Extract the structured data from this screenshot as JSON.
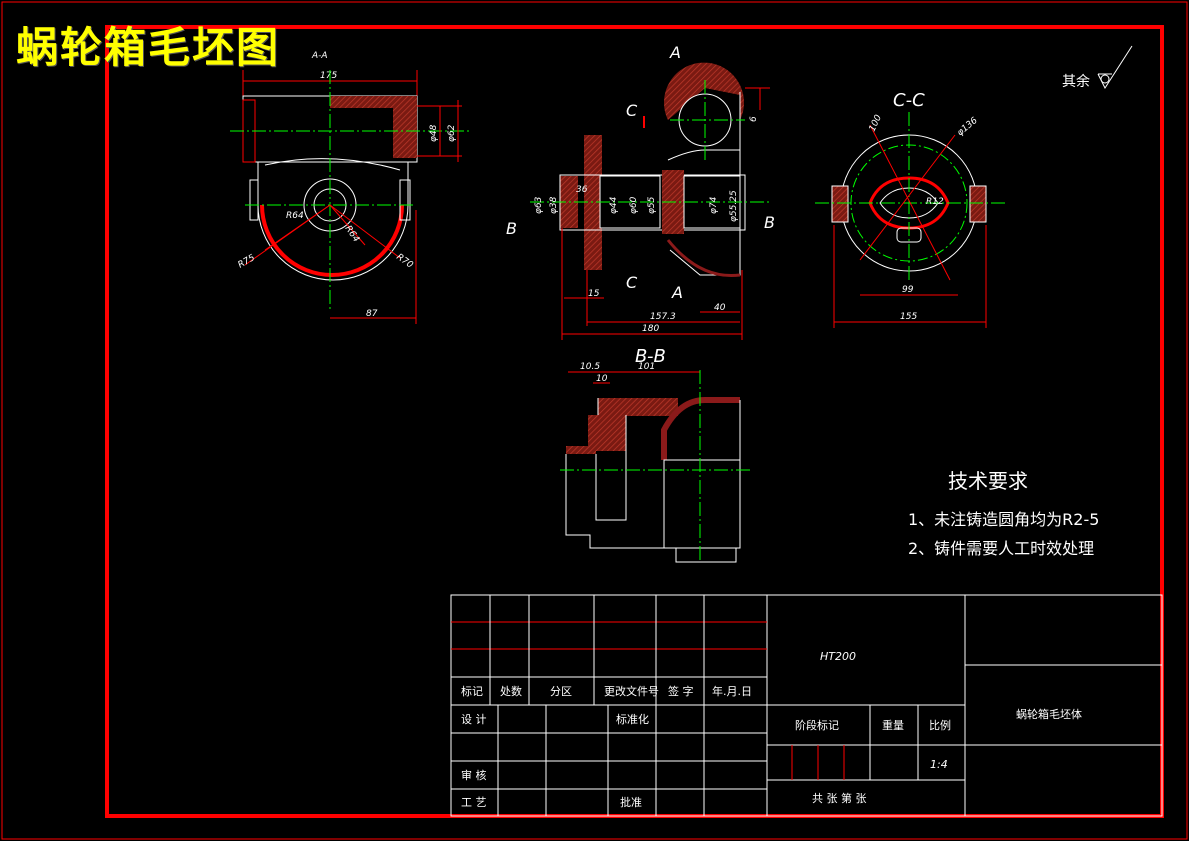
{
  "page_title": "蜗轮箱毛坯图",
  "surface_note": "其余",
  "views": {
    "front_label": "A-A",
    "section_b": "B-B",
    "section_c": "C-C",
    "cut_a": "A",
    "cut_b": "B",
    "cut_c": "C"
  },
  "dims_left": {
    "d175": "175",
    "d48": "φ48",
    "d62": "φ62",
    "r64a": "R64",
    "r64b": "R64",
    "r75": "R75",
    "r70": "R70",
    "d87": "87"
  },
  "dims_mid": {
    "d6": "6",
    "d63": "φ63",
    "d38": "φ38",
    "d36": "36",
    "d60": "φ60",
    "d44": "φ44",
    "d55": "φ55",
    "d74": "φ74",
    "d5525": "φ55.25",
    "d15": "15",
    "d1573": "157.3",
    "d40": "40",
    "d180": "180"
  },
  "dims_right": {
    "d100": "100",
    "d136": "φ136",
    "r12": "R12",
    "d99": "99",
    "d155": "155"
  },
  "dims_bb": {
    "d105": "10.5",
    "d10": "10",
    "d101": "101"
  },
  "tech_req": {
    "title": "技术要求",
    "item1": "1、未注铸造圆角均为R2-5",
    "item2": "2、铸件需要人工时效处理"
  },
  "title_block": {
    "material": "HT200",
    "part_name": "蜗轮箱毛坯体",
    "mark": "标记",
    "count": "处数",
    "zone": "分区",
    "doc_no": "更改文件号",
    "sign": "签 字",
    "date": "年.月.日",
    "design": "设 计",
    "standard": "标准化",
    "stage": "阶段标记",
    "weight": "重量",
    "scale_lbl": "比例",
    "scale": "1:4",
    "review": "审 核",
    "process": "工 艺",
    "approve": "批准",
    "sheets": "共   张   第   张"
  },
  "colors": {
    "border": "#ff0000",
    "line": "#ffffff",
    "center": "#00ff00",
    "section": "#8b1a1a",
    "dim": "#ff0000",
    "title": "#ffff00"
  }
}
